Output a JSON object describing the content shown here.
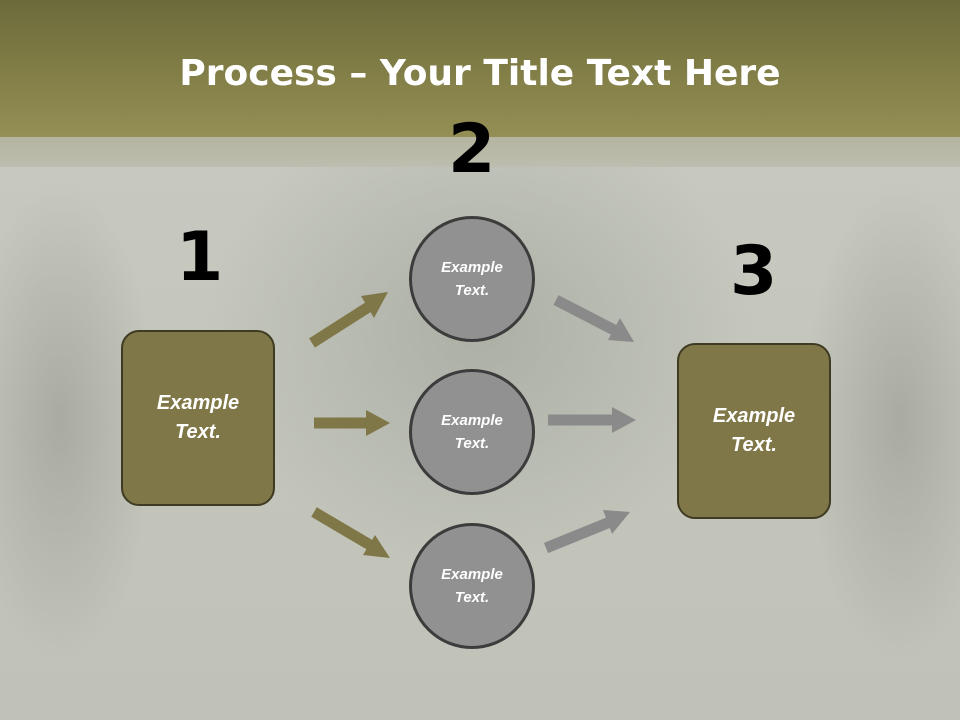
{
  "slide": {
    "title_bold": "Process",
    "title_rest": " – Your Title Text Here"
  },
  "steps": {
    "numbers": [
      "1",
      "2",
      "3"
    ],
    "left_box": "Example\nText.",
    "right_box": "Example\nText.",
    "circles": [
      "Example\nText.",
      "Example\nText.",
      "Example\nText."
    ]
  },
  "colors": {
    "banner": "#7f7b45",
    "box_fill": "#7f7747",
    "circle_fill": "#919191",
    "olive_arrow": "#7f7747",
    "gray_arrow": "#8a8a8a"
  }
}
